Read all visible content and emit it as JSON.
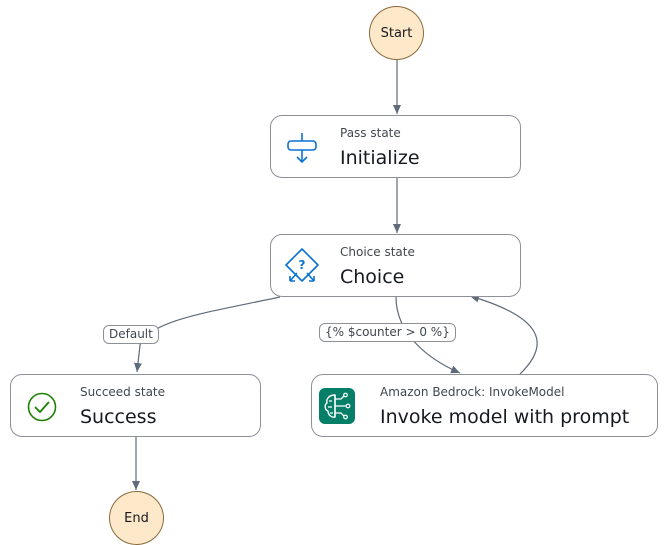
{
  "terminals": {
    "start": "Start",
    "end": "End"
  },
  "states": {
    "initialize": {
      "type_label": "Pass state",
      "name": "Initialize"
    },
    "choice": {
      "type_label": "Choice state",
      "name": "Choice"
    },
    "success": {
      "type_label": "Succeed state",
      "name": "Success"
    },
    "invoke": {
      "type_label": "Amazon Bedrock: InvokeModel",
      "name": "Invoke model with prompt"
    }
  },
  "edge_labels": {
    "default": "Default",
    "condition": "{% $counter > 0 %}"
  },
  "icons": {
    "pass": "pass-state-icon",
    "choice": "choice-state-icon",
    "success": "check-circle-icon",
    "bedrock": "bedrock-brain-icon"
  },
  "colors": {
    "terminal_fill": "#fde9c9",
    "pass_icon": "#0972d3",
    "choice_icon": "#0972d3",
    "success_icon": "#1d8102",
    "bedrock_bg": "#067f68",
    "edge": "#5f6b7a"
  }
}
